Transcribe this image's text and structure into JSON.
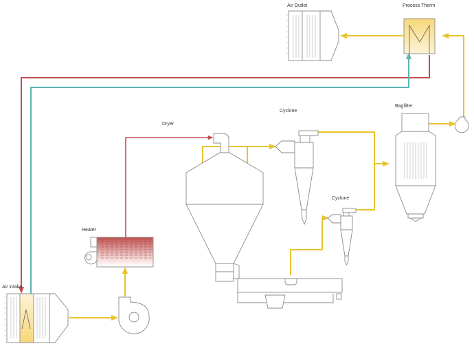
{
  "diagram": {
    "type": "process-flow",
    "title": "Spray drying process flow",
    "colors": {
      "hot_air": "#c0504d",
      "cool_air": "#5fb3b3",
      "product_flow": "#e8c32a",
      "equipment": "#8a8a8a"
    },
    "labels": {
      "air_outlet": "Air Outlet",
      "process_therm": "Process Therm",
      "dryer": "Dryer",
      "cyclone_1": "Cyclone",
      "cyclone_2": "Cyclone",
      "bagfilter": "Bagfilter",
      "heater": "Heater",
      "air_intake": "Air intake"
    },
    "equipment": [
      {
        "id": "air-intake",
        "label": "Air intake"
      },
      {
        "id": "blower-intake",
        "label": ""
      },
      {
        "id": "heater",
        "label": "Heater"
      },
      {
        "id": "dryer",
        "label": "Dryer"
      },
      {
        "id": "cyclone-1",
        "label": "Cyclone"
      },
      {
        "id": "cyclone-2",
        "label": "Cyclone"
      },
      {
        "id": "conveyor",
        "label": ""
      },
      {
        "id": "bagfilter",
        "label": "Bagfilter"
      },
      {
        "id": "exhaust-fan",
        "label": ""
      },
      {
        "id": "process-therm",
        "label": "Process Therm"
      },
      {
        "id": "air-outlet",
        "label": "Air Outlet"
      }
    ],
    "connections": [
      {
        "from": "air-intake",
        "to": "blower-intake",
        "stream": "product_flow"
      },
      {
        "from": "blower-intake",
        "to": "heater",
        "stream": "product_flow"
      },
      {
        "from": "heater",
        "to": "dryer",
        "stream": "hot_air"
      },
      {
        "from": "dryer",
        "to": "cyclone-1",
        "stream": "product_flow"
      },
      {
        "from": "conveyor",
        "to": "cyclone-2",
        "stream": "product_flow"
      },
      {
        "from": "cyclone-1",
        "to": "bagfilter",
        "stream": "product_flow"
      },
      {
        "from": "cyclone-2",
        "to": "bagfilter",
        "stream": "product_flow"
      },
      {
        "from": "bagfilter",
        "to": "exhaust-fan",
        "stream": "product_flow"
      },
      {
        "from": "exhaust-fan",
        "to": "process-therm",
        "stream": "product_flow"
      },
      {
        "from": "process-therm",
        "to": "air-outlet",
        "stream": "product_flow"
      },
      {
        "from": "process-therm",
        "to": "air-intake",
        "stream": "hot_air"
      },
      {
        "from": "air-intake",
        "to": "process-therm",
        "stream": "cool_air"
      }
    ]
  }
}
